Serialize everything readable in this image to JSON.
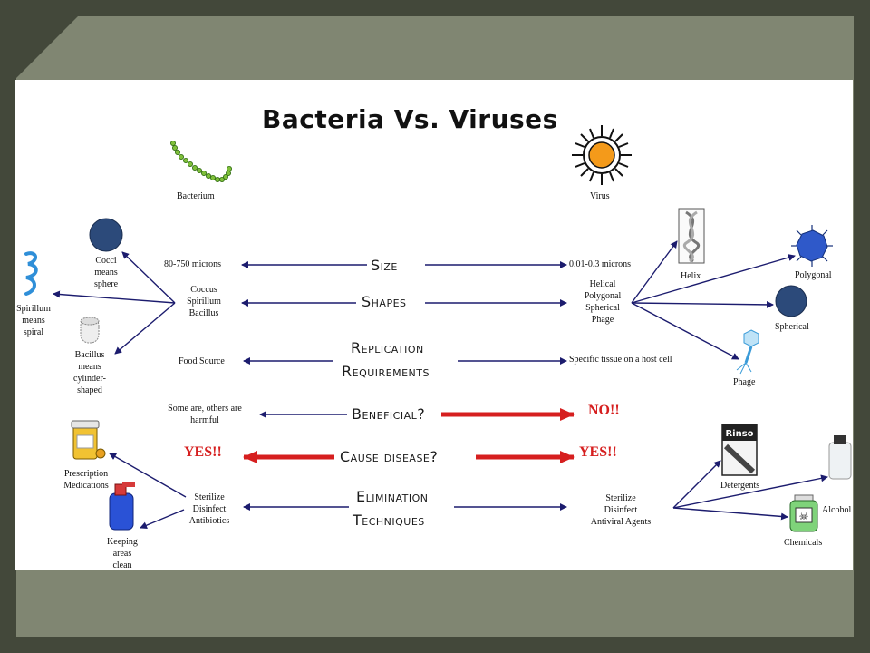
{
  "title": "Bacteria Vs. Viruses",
  "left_header": "Bacterium",
  "right_header": "Virus",
  "rows": [
    {
      "topic": [
        "Size"
      ],
      "left": [
        "80-750 microns"
      ],
      "right": [
        "0.01-0.3 microns"
      ]
    },
    {
      "topic": [
        "Shapes"
      ],
      "left": [
        "Coccus",
        "Spirillum",
        "Bacillus"
      ],
      "right": [
        "Helical",
        "Polygonal",
        "Spherical",
        "Phage"
      ]
    },
    {
      "topic": [
        "Replication",
        "Requirements"
      ],
      "left": [
        "Food Source"
      ],
      "right": [
        "Specific tissue on a host cell"
      ]
    },
    {
      "topic": [
        "Beneficial?"
      ],
      "left": [
        "Some are, others are",
        "harmful"
      ],
      "right": [
        "NO!!"
      ]
    },
    {
      "topic": [
        "Cause disease?"
      ],
      "left": [
        "YES!!"
      ],
      "right": [
        "YES!!"
      ]
    },
    {
      "topic": [
        "Elimination",
        "Techniques"
      ],
      "left": [
        "Sterilize",
        "Disinfect",
        "Antibiotics"
      ],
      "right": [
        "Sterilize",
        "Disinfect",
        "Antiviral Agents"
      ]
    }
  ],
  "left_images": [
    {
      "icon": "cocci-icon",
      "caption": [
        "Cocci",
        "means",
        "sphere"
      ]
    },
    {
      "icon": "spirillum-icon",
      "caption": [
        "Spirillum",
        "means",
        "spiral"
      ]
    },
    {
      "icon": "bacillus-icon",
      "caption": [
        "Bacillus",
        "means",
        "cylinder-",
        "shaped"
      ]
    },
    {
      "icon": "prescription-icon",
      "caption": [
        "Prescription",
        "Medications"
      ]
    },
    {
      "icon": "spray-bottle-icon",
      "caption": [
        "Keeping",
        "areas",
        "clean"
      ]
    }
  ],
  "right_images": [
    {
      "icon": "helix-icon",
      "caption": [
        "Helix"
      ]
    },
    {
      "icon": "polygonal-virus-icon",
      "caption": [
        "Polygonal"
      ]
    },
    {
      "icon": "spherical-virus-icon",
      "caption": [
        "Spherical"
      ]
    },
    {
      "icon": "phage-icon",
      "caption": [
        "Phage"
      ]
    },
    {
      "icon": "detergent-box-icon",
      "caption": [
        "Detergents"
      ],
      "label": "Rinso"
    },
    {
      "icon": "alcohol-bottle-icon",
      "caption": [
        "Alcohol"
      ]
    },
    {
      "icon": "chemical-bottle-icon",
      "caption": [
        "Chemicals"
      ]
    }
  ],
  "colors": {
    "arrow": "#1c1c6e",
    "red_arrow": "#d61f1f",
    "frame_dark": "#43483a",
    "frame": "#808672"
  }
}
